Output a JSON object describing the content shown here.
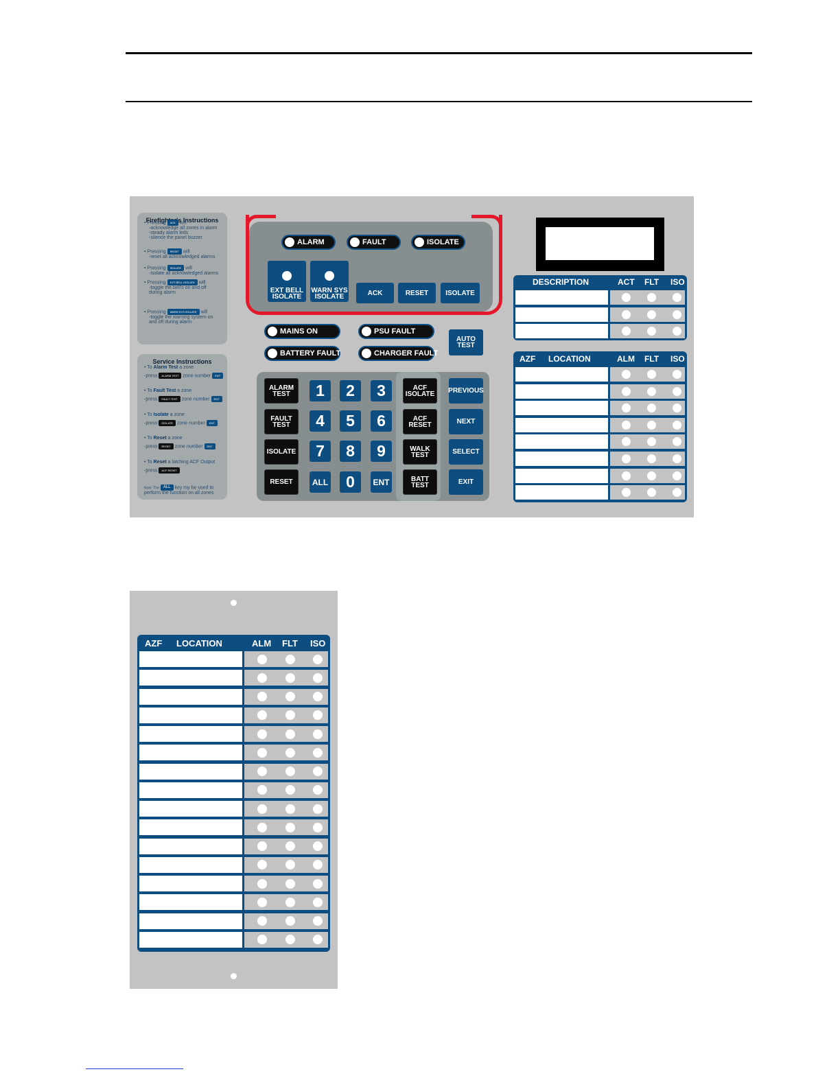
{
  "firefighter": {
    "title": "Firefighter's Instructions",
    "items": [
      {
        "pre": "Pressing",
        "key": "ACK",
        "post": "will",
        "lines": [
          "-acknowledge all zones in alarm",
          "-steady alarm leds",
          "-silence the panel buzzer"
        ]
      },
      {
        "pre": "Pressing",
        "key": "RESET",
        "post": "will",
        "lines": [
          "-reset all acknowledged alarms"
        ]
      },
      {
        "pre": "Pressing",
        "key": "ISOLATE",
        "post": "will",
        "lines": [
          "-isolate all acknowledged alarms"
        ]
      },
      {
        "pre": "Pressing",
        "key": "EXT BELL ISOLATE",
        "post": "will",
        "lines": [
          "-toggle the bell's on and off",
          "during alarm"
        ]
      },
      {
        "pre": "Pressing",
        "key": "WARN SYS ISOLATE",
        "post": "will",
        "lines": [
          "-toggle the warning system on",
          "and off during alarm"
        ]
      }
    ]
  },
  "service": {
    "title": "Service Instructions",
    "items": [
      {
        "head_pre": "To",
        "head_bold": "Alarm Test",
        "head_post": "a zone",
        "key": "ALARM TEST",
        "zone": "zone number",
        "ent": "ENT"
      },
      {
        "head_pre": "To",
        "head_bold": "Fault Test",
        "head_post": "a zone",
        "key": "FAULT TEST",
        "zone": "zone number",
        "ent": "ENT"
      },
      {
        "head_pre": "To",
        "head_bold": "Isolate",
        "head_post": "a zone",
        "key": "ISOLATE",
        "zone": "zone number",
        "ent": "ENT"
      },
      {
        "head_pre": "To",
        "head_bold": "Reset",
        "head_post": "a zone",
        "key": "RESET",
        "zone": "zone number",
        "ent": "ENT"
      },
      {
        "head_pre": "To",
        "head_bold": "Reset",
        "head_post": "a latching ACF Output",
        "key": "ACF RESET",
        "zone": "",
        "ent": ""
      }
    ],
    "press": "-press",
    "note_pre": "Note: The",
    "note_key": "ALL",
    "note_post": "key my be used to",
    "note_line2": "perform the function on all zones"
  },
  "indicators": {
    "alarm": "ALARM",
    "fault": "FAULT",
    "isolate": "ISOLATE",
    "mains_on": "MAINS ON",
    "psu_fault": "PSU FAULT",
    "battery_fault": "BATTERY FAULT",
    "charger_fault": "CHARGER FAULT"
  },
  "control_keys": {
    "ext_bell_1": "EXT BELL",
    "ext_bell_2": "ISOLATE",
    "warn_sys_1": "WARN SYS",
    "warn_sys_2": "ISOLATE",
    "ack": "ACK",
    "reset": "RESET",
    "isolate": "ISOLATE",
    "auto_test_1": "AUTO",
    "auto_test_2": "TEST"
  },
  "keypad": {
    "alarm_test_1": "ALARM",
    "alarm_test_2": "TEST",
    "fault_test_1": "FAULT",
    "fault_test_2": "TEST",
    "isolate": "ISOLATE",
    "reset": "RESET",
    "n1": "1",
    "n2": "2",
    "n3": "3",
    "n4": "4",
    "n5": "5",
    "n6": "6",
    "n7": "7",
    "n8": "8",
    "n9": "9",
    "all": "ALL",
    "n0": "0",
    "ent": "ENT",
    "acf_isolate_1": "ACF",
    "acf_isolate_2": "ISOLATE",
    "acf_reset_1": "ACF",
    "acf_reset_2": "RESET",
    "walk_test_1": "WALK",
    "walk_test_2": "TEST",
    "batt_test_1": "BATT",
    "batt_test_2": "TEST",
    "previous": "PREVIOUS",
    "next": "NEXT",
    "select": "SELECT",
    "exit": "EXIT"
  },
  "desc_table": {
    "description": "DESCRIPTION",
    "act": "ACT",
    "flt": "FLT",
    "iso": "ISO",
    "rows": 3
  },
  "zone_table": {
    "azf": "AZF",
    "location": "LOCATION",
    "alm": "ALM",
    "flt": "FLT",
    "iso": "ISO",
    "rows": 8
  },
  "expansion_table": {
    "azf": "AZF",
    "location": "LOCATION",
    "alm": "ALM",
    "flt": "FLT",
    "iso": "ISO",
    "rows": 16
  },
  "colors": {
    "panel": "#c3c3c3",
    "blue": "#0d4d80",
    "red": "#e3182b",
    "key_black": "#0d0d0d"
  }
}
